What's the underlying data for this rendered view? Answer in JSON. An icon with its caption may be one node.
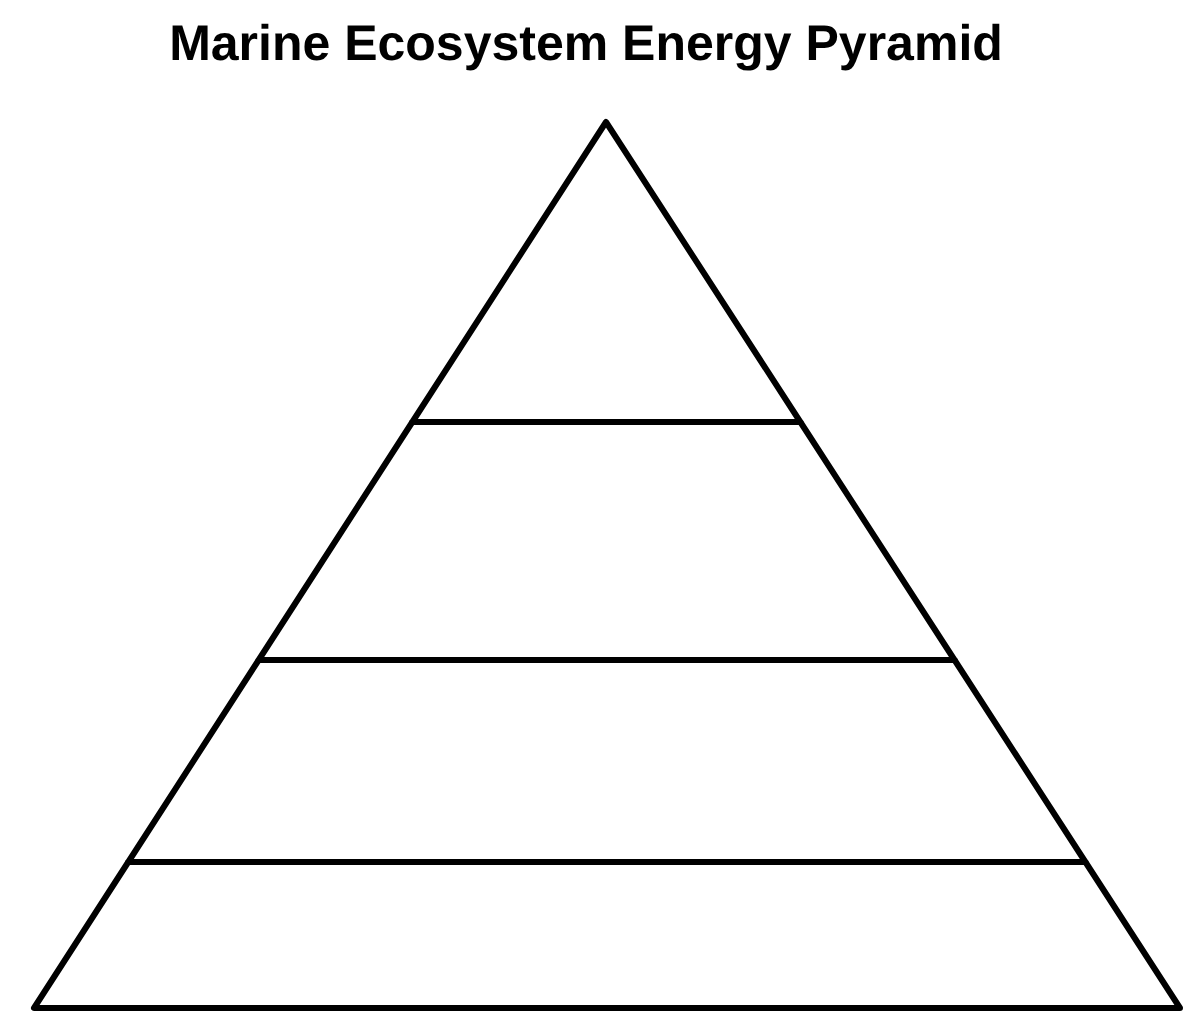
{
  "diagram": {
    "title": "Marine Ecosystem Energy Pyramid",
    "nodes": [
      {
        "text": [],
        "shape": "triangle"
      },
      {
        "text": [],
        "shape": "trapezoid"
      },
      {
        "text": [],
        "shape": "trapezoid"
      },
      {
        "text": [],
        "shape": "trapezoid"
      }
    ]
  }
}
